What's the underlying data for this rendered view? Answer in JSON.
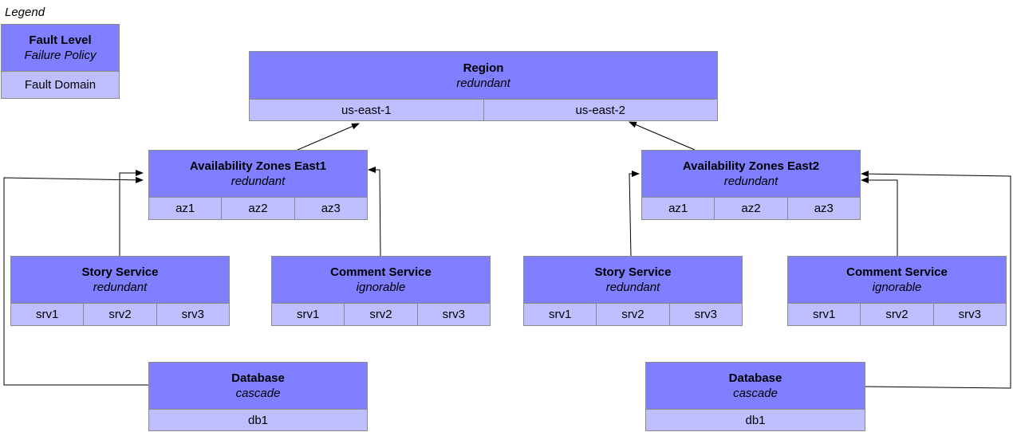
{
  "legend": {
    "title": "Legend",
    "fault_level": "Fault Level",
    "failure_policy": "Failure Policy",
    "fault_domain": "Fault Domain"
  },
  "region": {
    "name": "Region",
    "policy": "redundant",
    "domains": [
      "us-east-1",
      "us-east-2"
    ]
  },
  "az_east1": {
    "name": "Availability Zones East1",
    "policy": "redundant",
    "domains": [
      "az1",
      "az2",
      "az3"
    ]
  },
  "az_east2": {
    "name": "Availability Zones East2",
    "policy": "redundant",
    "domains": [
      "az1",
      "az2",
      "az3"
    ]
  },
  "story_east1": {
    "name": "Story Service",
    "policy": "redundant",
    "domains": [
      "srv1",
      "srv2",
      "srv3"
    ]
  },
  "comment_east1": {
    "name": "Comment Service",
    "policy": "ignorable",
    "domains": [
      "srv1",
      "srv2",
      "srv3"
    ]
  },
  "story_east2": {
    "name": "Story Service",
    "policy": "redundant",
    "domains": [
      "srv1",
      "srv2",
      "srv3"
    ]
  },
  "comment_east2": {
    "name": "Comment Service",
    "policy": "ignorable",
    "domains": [
      "srv1",
      "srv2",
      "srv3"
    ]
  },
  "db_east1": {
    "name": "Database",
    "policy": "cascade",
    "domains": [
      "db1"
    ]
  },
  "db_east2": {
    "name": "Database",
    "policy": "cascade",
    "domains": [
      "db1"
    ]
  },
  "colors": {
    "fault_level_fill": "#7f7fff",
    "fault_domain_fill": "#bfbfff",
    "border": "#8a8a8a",
    "edge": "#000000"
  }
}
